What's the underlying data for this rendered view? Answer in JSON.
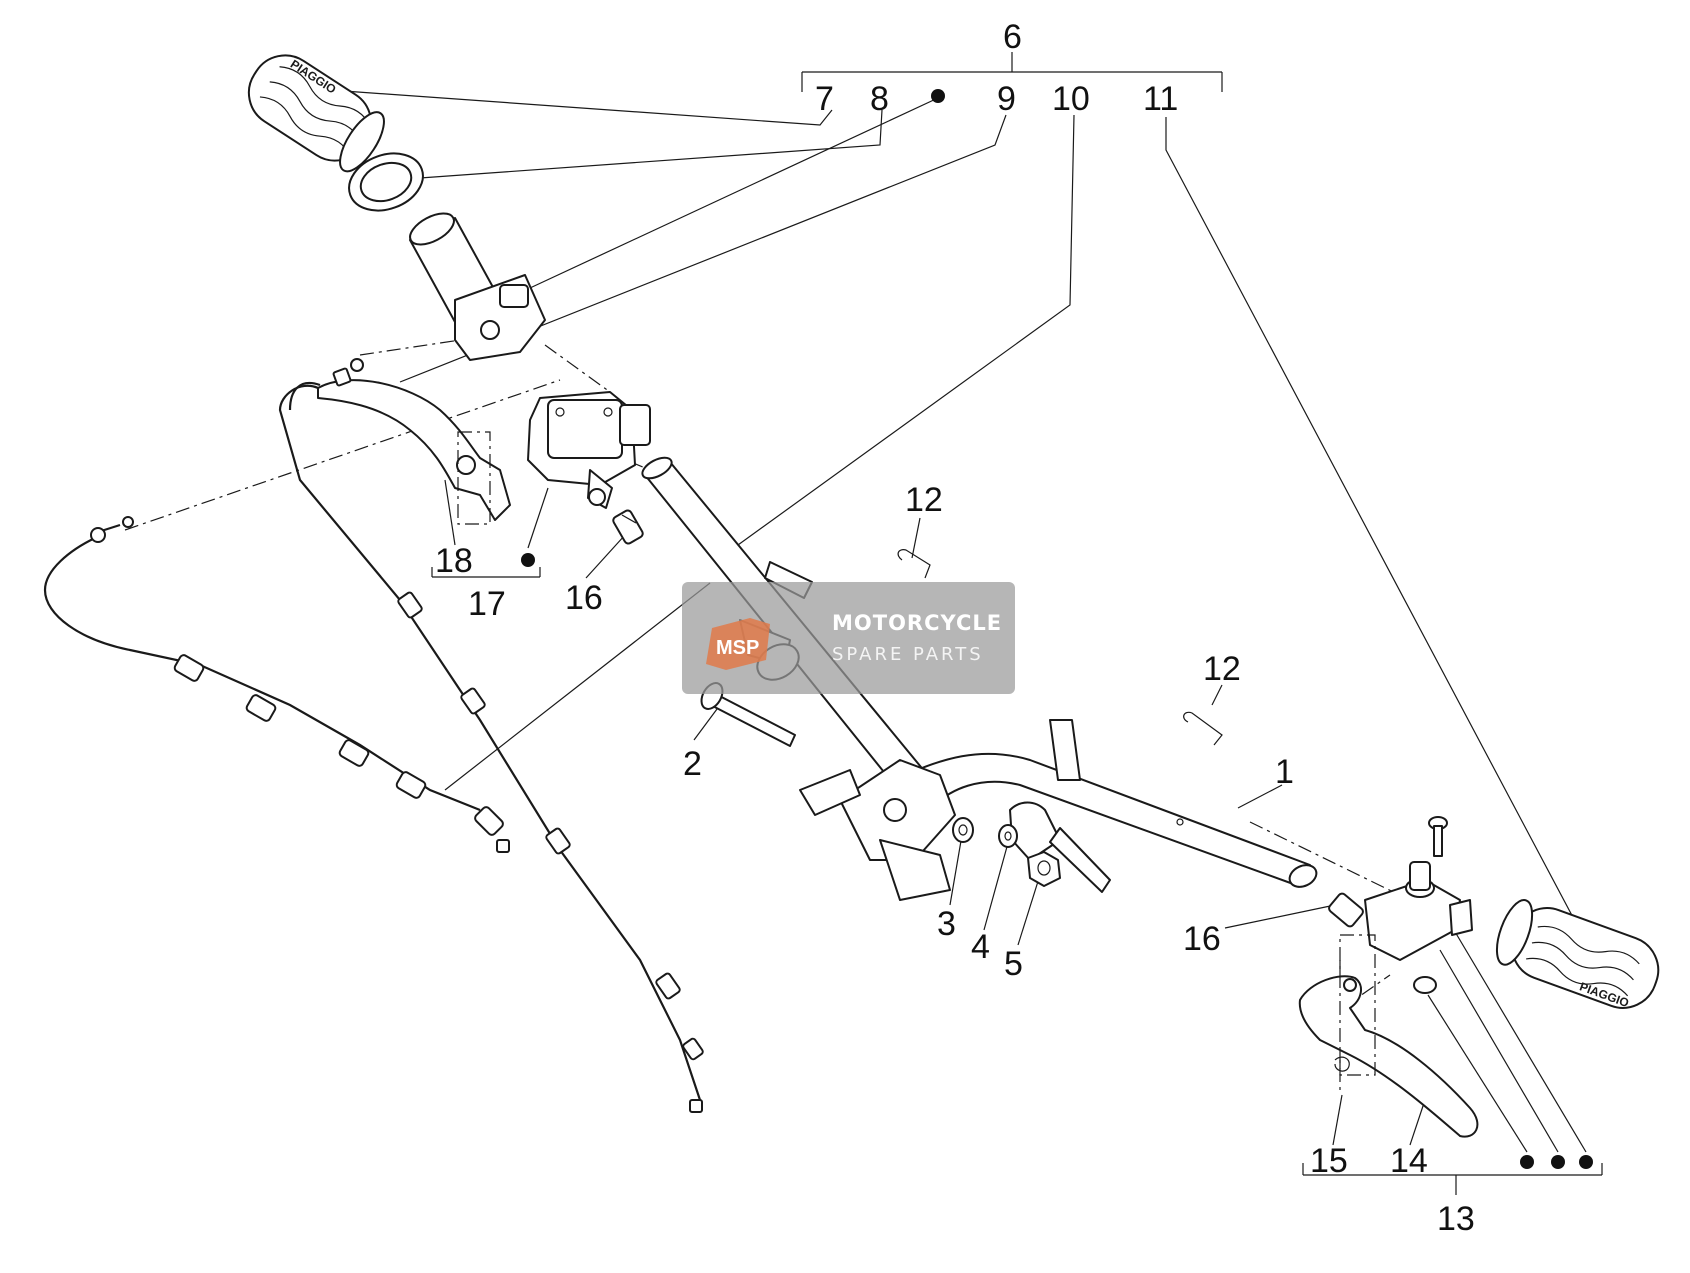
{
  "diagram": {
    "callouts": {
      "p1": "1",
      "p2": "2",
      "p3": "3",
      "p4": "4",
      "p5": "5",
      "p6": "6",
      "p7": "7",
      "p8": "8",
      "p9": "9",
      "p10": "10",
      "p11": "11",
      "p12a": "12",
      "p12b": "12",
      "p13": "13",
      "p14": "14",
      "p15": "15",
      "p16a": "16",
      "p16b": "16",
      "p17": "17",
      "p18": "18"
    },
    "grip_logo_text": "PIAGGIO"
  },
  "watermark": {
    "line1": "MOTORCYCLE",
    "line2": "SPARE PARTS",
    "badge": "MSP",
    "color": "#a8a8a8",
    "accent": "#e07a4a"
  }
}
